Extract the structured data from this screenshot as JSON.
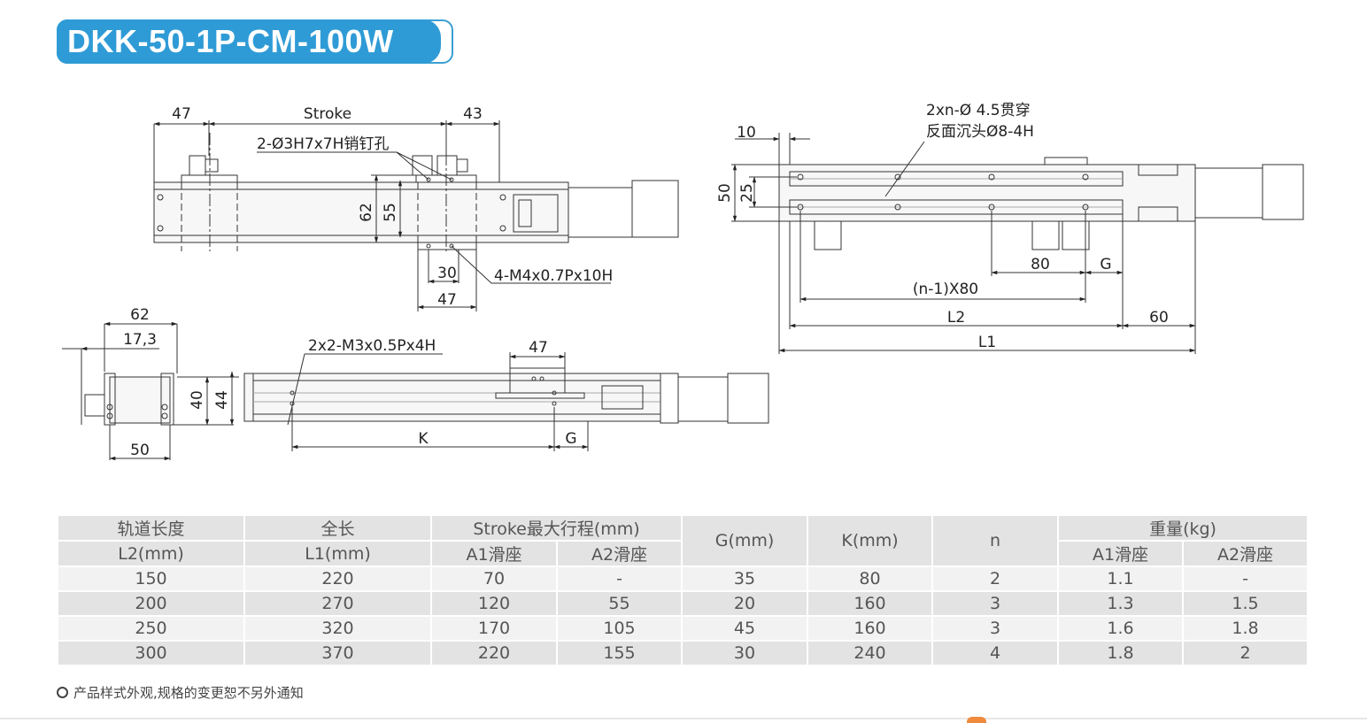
{
  "title": "DKK-50-1P-CM-100W",
  "drawing": {
    "top_view": {
      "dims": [
        "47",
        "Stroke",
        "43",
        "62",
        "55",
        "30",
        "47"
      ],
      "pin_hole": "2-Ø3H7x7H销钉孔",
      "tap_hole": "4-M4x0.7Px10H"
    },
    "side_view": {
      "dims": [
        "10",
        "50",
        "25",
        "80",
        "G",
        "(n-1)X80",
        "L2",
        "60",
        "L1"
      ],
      "hole_note_1": "2xn-Ø 4.5贯穿",
      "hole_note_2": "反面沉头Ø8-4H"
    },
    "end_view": {
      "dims": [
        "62",
        "17,3",
        "40",
        "44",
        "50"
      ]
    },
    "front_view": {
      "dims": [
        "47",
        "K",
        "G"
      ],
      "tap_hole": "2x2-M3x0.5Px4H"
    }
  },
  "table": {
    "headers": {
      "rail_length": "轨道长度",
      "rail_length_unit": "L2(mm)",
      "total_length": "全长",
      "total_length_unit": "L1(mm)",
      "stroke": "Stroke最大行程(mm)",
      "a1": "A1滑座",
      "a2": "A2滑座",
      "g": "G(mm)",
      "k": "K(mm)",
      "n": "n",
      "weight": "重量(kg)",
      "wa1": "A1滑座",
      "wa2": "A2滑座"
    },
    "rows": [
      [
        "150",
        "220",
        "70",
        "-",
        "35",
        "80",
        "2",
        "1.1",
        "-"
      ],
      [
        "200",
        "270",
        "120",
        "55",
        "20",
        "160",
        "3",
        "1.3",
        "1.5"
      ],
      [
        "250",
        "320",
        "170",
        "105",
        "45",
        "160",
        "3",
        "1.6",
        "1.8"
      ],
      [
        "300",
        "370",
        "220",
        "155",
        "30",
        "240",
        "4",
        "1.8",
        "2"
      ]
    ]
  },
  "note": "产品样式外观,规格的变更恕不另外通知",
  "colors": {
    "accent": "#2f9bd6",
    "table_dark": "#e3e3e3",
    "table_light": "#f2f2f2",
    "footer_mark": "#f08a3c"
  }
}
